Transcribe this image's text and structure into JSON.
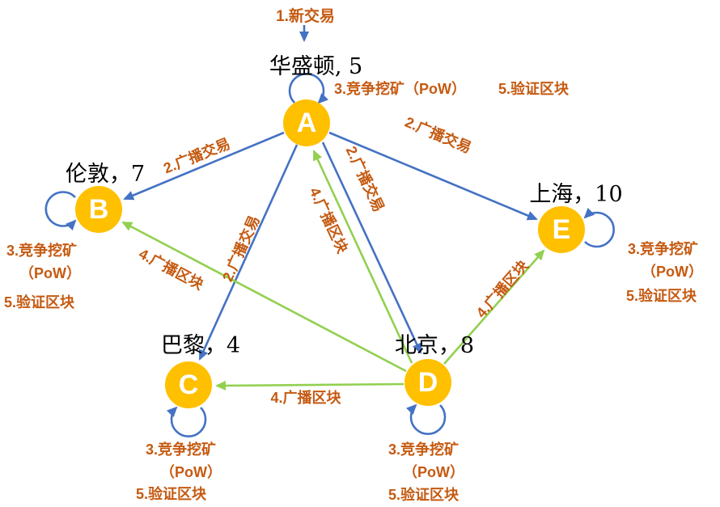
{
  "steps": {
    "new_transaction": "1.新交易",
    "broadcast_tx": "2.广播交易",
    "mine_full": "3.竞争挖矿（PoW）",
    "mine_line1": "3.竞争挖矿",
    "mine_line2": "（PoW）",
    "broadcast_block": "4.广播区块",
    "verify": "5.验证区块"
  },
  "nodes": [
    {
      "id": "A",
      "city": "华盛顿, 5"
    },
    {
      "id": "B",
      "city": "伦敦，7"
    },
    {
      "id": "C",
      "city": "巴黎，4"
    },
    {
      "id": "D",
      "city": "北京，8"
    },
    {
      "id": "E",
      "city": "上海，10"
    }
  ],
  "colors": {
    "node_fill": "#FFC000",
    "node_letter": "#FFFFFF",
    "blue_arrow": "#4472C4",
    "green_arrow": "#92D050",
    "step_label_text": "#C55A11",
    "city_text": "#000000"
  }
}
